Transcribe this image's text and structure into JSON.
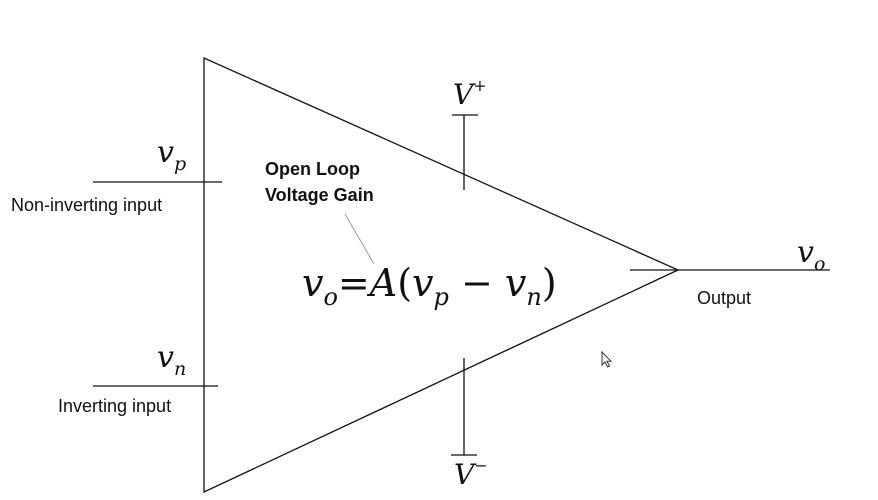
{
  "labels": {
    "non_inverting_input": "Non-inverting input",
    "inverting_input": "Inverting input",
    "output": "Output",
    "gain_line1": "Open Loop",
    "gain_line2": "Voltage Gain"
  },
  "symbols": {
    "vp_base": "v",
    "vp_sub": "p",
    "vn_base": "v",
    "vn_sub": "n",
    "vo_base": "v",
    "vo_sub": "o",
    "vplus_base": "V",
    "vplus_sup": "+",
    "vminus_base": "V",
    "vminus_sup": "−"
  },
  "equation": {
    "lhs_base": "v",
    "lhs_sub": "o",
    "equals": "=",
    "gain": "A",
    "open_paren": "(",
    "p_base": "v",
    "p_sub": "p",
    "minus": " − ",
    "n_base": "v",
    "n_sub": "n",
    "close_paren": ")"
  },
  "colors": {
    "line": "#111111",
    "pointer": "#9a9a9a",
    "background": "#ffffff"
  },
  "icons": {
    "cursor": "mouse-pointer-icon"
  }
}
